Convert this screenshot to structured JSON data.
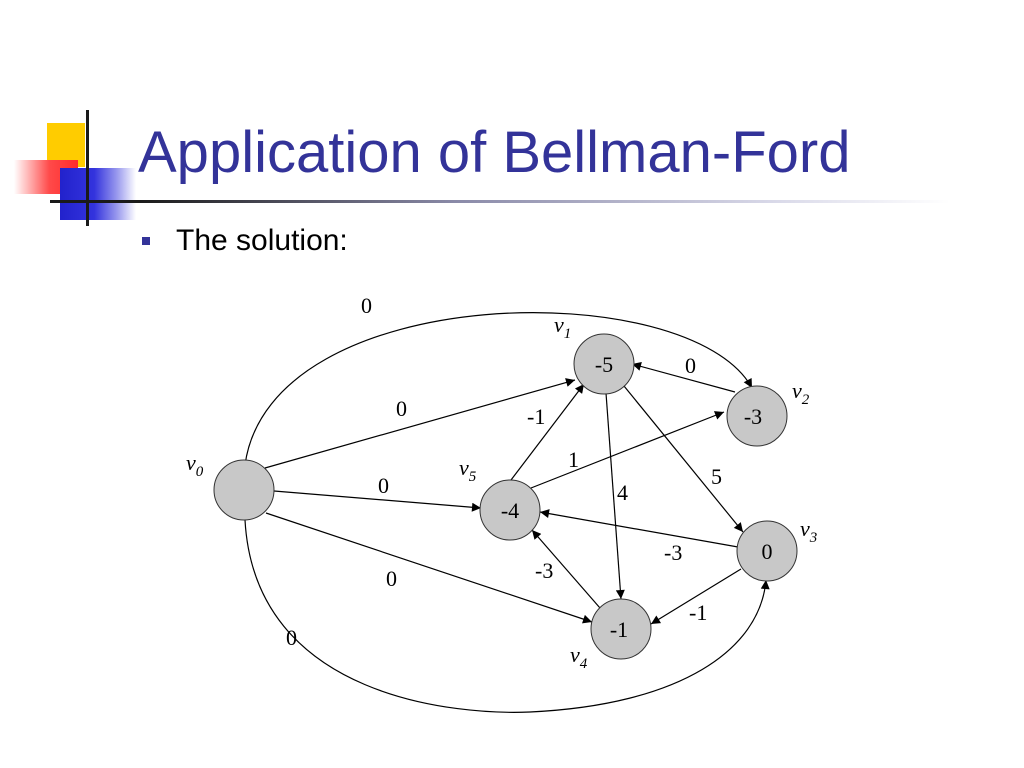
{
  "slide": {
    "title": "Application of Bellman-Ford",
    "bullets": [
      "The solution:"
    ]
  },
  "colors": {
    "title": "#333399",
    "bullet": "#333399",
    "node_fill": "#c8c8c8",
    "deco_yellow": "#ffcc00",
    "deco_red": "#ff2b2b",
    "deco_blue": "#2222cc"
  },
  "graph": {
    "nodes": [
      {
        "id": "v0",
        "name": "v",
        "sub": "0",
        "value": ""
      },
      {
        "id": "v1",
        "name": "v",
        "sub": "1",
        "value": "-5"
      },
      {
        "id": "v2",
        "name": "v",
        "sub": "2",
        "value": "-3"
      },
      {
        "id": "v3",
        "name": "v",
        "sub": "3",
        "value": "0"
      },
      {
        "id": "v4",
        "name": "v",
        "sub": "4",
        "value": "-1"
      },
      {
        "id": "v5",
        "name": "v",
        "sub": "5",
        "value": "-4"
      }
    ],
    "edges": [
      {
        "from": "v0",
        "to": "v2",
        "weight": "0"
      },
      {
        "from": "v0",
        "to": "v1",
        "weight": "0"
      },
      {
        "from": "v0",
        "to": "v5",
        "weight": "0"
      },
      {
        "from": "v0",
        "to": "v4",
        "weight": "0"
      },
      {
        "from": "v0",
        "to": "v3",
        "weight": "0"
      },
      {
        "from": "v2",
        "to": "v1",
        "weight": "0"
      },
      {
        "from": "v5",
        "to": "v1",
        "weight": "-1"
      },
      {
        "from": "v5",
        "to": "v2",
        "weight": "1"
      },
      {
        "from": "v1",
        "to": "v4",
        "weight": "4"
      },
      {
        "from": "v1",
        "to": "v3",
        "weight": "5"
      },
      {
        "from": "v3",
        "to": "v5",
        "weight": "-3"
      },
      {
        "from": "v4",
        "to": "v5",
        "weight": "-3"
      },
      {
        "from": "v3",
        "to": "v4",
        "weight": "-1"
      }
    ]
  }
}
